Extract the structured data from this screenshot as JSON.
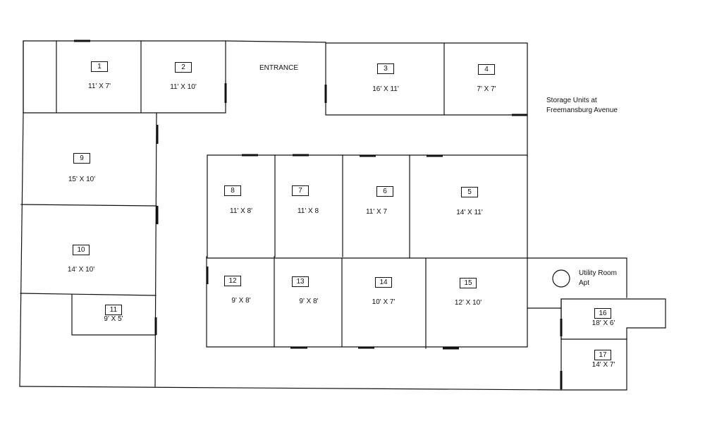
{
  "site": {
    "entrance": "ENTRANCE",
    "title_line1": "Storage Units at",
    "title_line2": "Freemansburg Avenue",
    "utility_line1": "Utility Room",
    "utility_line2": "Apt"
  },
  "units": [
    {
      "id": "1",
      "label": "1",
      "size": "11'  X 7'"
    },
    {
      "id": "2",
      "label": "2",
      "size": "11' X 10'"
    },
    {
      "id": "3",
      "label": "3",
      "size": "16' X 11'"
    },
    {
      "id": "4",
      "label": "4",
      "size": "7' X 7'"
    },
    {
      "id": "5",
      "label": "5",
      "size": "14' X 11'"
    },
    {
      "id": "6",
      "label": "6",
      "size": "11' X 7"
    },
    {
      "id": "7",
      "label": "7",
      "size": "11' X 8"
    },
    {
      "id": "8",
      "label": "8",
      "size": "11' X 8'"
    },
    {
      "id": "9",
      "label": "9",
      "size": "15' X 10'"
    },
    {
      "id": "10",
      "label": "10",
      "size": "14' X 10'"
    },
    {
      "id": "11",
      "label": "11",
      "size": "9' X 5'"
    },
    {
      "id": "12",
      "label": "12",
      "size": "9' X 8'"
    },
    {
      "id": "13",
      "label": "13",
      "size": "9' X 8'"
    },
    {
      "id": "14",
      "label": "14",
      "size": "10' X 7'"
    },
    {
      "id": "15",
      "label": "15",
      "size": "12' X 10'"
    },
    {
      "id": "16",
      "label": "16",
      "size": "18' X 6'"
    },
    {
      "id": "17",
      "label": "17",
      "size": "14' X 7'"
    }
  ]
}
